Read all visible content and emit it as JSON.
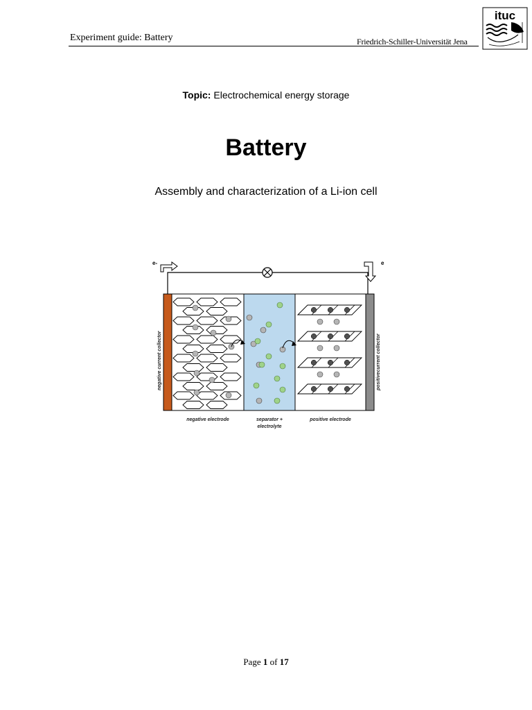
{
  "header": {
    "left": "Experiment guide: Battery",
    "right": "Friedrich-Schiller-Universität Jena",
    "logo_text": "ituc"
  },
  "topic": {
    "label": "Topic:",
    "value": "Electrochemical energy storage"
  },
  "title": "Battery",
  "subtitle": "Assembly and characterization of a Li-ion cell",
  "diagram": {
    "electron_left": "e-",
    "electron_right": "e",
    "labels": {
      "negative_collector": "negative current collector",
      "positive_collector": "positivecurrent collector",
      "negative_electrode": "negative electrode",
      "separator_line1": "separator +",
      "separator_line2": "electrolyte",
      "positive_electrode": "positive electrode"
    },
    "colors": {
      "negative_collector": "#c65a1c",
      "positive_collector": "#8c8c8c",
      "electrolyte": "#bcd9ee",
      "li_ion": "#b5b5b5",
      "anion": "#9fd38a",
      "lattice_atom": "#505050"
    }
  },
  "footer": {
    "prefix": "Page",
    "page": "1",
    "of": "of",
    "total": "17"
  }
}
